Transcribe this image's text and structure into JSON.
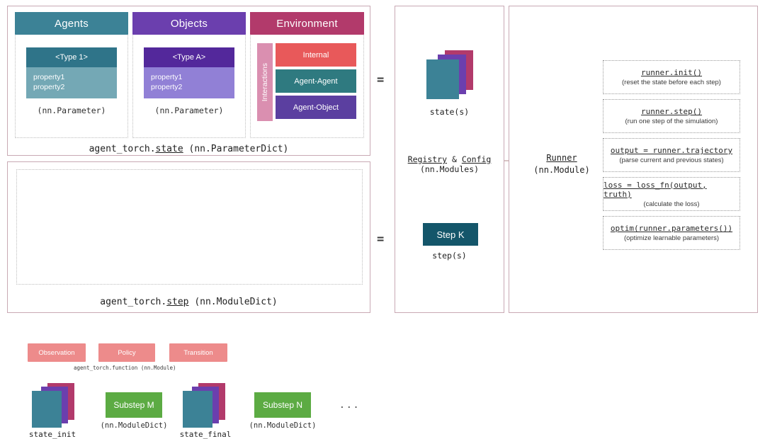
{
  "colors": {
    "agents": "#3c8296",
    "agents_type_header": "#2f7489",
    "agents_type_body": "#74a8b5",
    "objects": "#6b3fae",
    "objects_type_header": "#53289b",
    "objects_type_body": "#9180d6",
    "environment": "#b23a6b",
    "interactions_tab": "#da8fb0",
    "internal": "#e8595a",
    "agent_agent": "#2f7a80",
    "agent_object": "#5b3fa0",
    "function": "#ed8b8b",
    "substep": "#5cab43",
    "step_k": "#14566a",
    "panel_border": "#c9a9b4",
    "arrow": "#b08a8a",
    "curve": "#ddd2c0"
  },
  "state_panel": {
    "caption_prefix": "agent_torch.",
    "caption_underlined": "state",
    "caption_suffix": " (nn.ParameterDict)",
    "columns": [
      {
        "header": "Agents",
        "type_label": "<Type 1>",
        "properties": "property1\nproperty2",
        "param_caption": "(nn.Parameter)"
      },
      {
        "header": "Objects",
        "type_label": "<Type A>",
        "properties": "property1\nproperty2",
        "param_caption": "(nn.Parameter)"
      },
      {
        "header": "Environment",
        "interactions_label": "Interactions",
        "interaction_boxes": [
          "Internal",
          "Agent-Agent",
          "Agent-Object"
        ]
      }
    ]
  },
  "step_panel": {
    "caption_prefix": "agent_torch.",
    "caption_underlined": "step",
    "caption_suffix": " (nn.ModuleDict)",
    "function_boxes": [
      "Observation",
      "Policy",
      "Transition"
    ],
    "function_caption": "agent_torch.function (nn.Module)",
    "state_init_label": "state_init",
    "state_final_label": "state_final",
    "substeps": [
      {
        "title": "Substep M",
        "caption": "(nn.ModuleDict)"
      },
      {
        "title": "Substep N",
        "caption": "(nn.ModuleDict)"
      }
    ],
    "ellipsis": "..."
  },
  "middle_panel": {
    "states_label": "state(s)",
    "registry_text": {
      "a": "Registry",
      "amp": " & ",
      "b": "Config"
    },
    "registry_sub": "(nn.Modules)",
    "step_box_label": "Step K",
    "steps_label": "step(s)"
  },
  "equals": {
    "top": "=",
    "bottom": "="
  },
  "runner_panel": {
    "title": "Runner",
    "subtitle": "(nn.Module)",
    "api_items": [
      {
        "signature": "runner.init()",
        "description": "(reset the state before each step)"
      },
      {
        "signature": "runner.step()",
        "description": "(run one step of the simulation)"
      },
      {
        "signature": "output = runner.trajectory",
        "description": "(parse current and previous states)"
      },
      {
        "signature": "loss = loss_fn(output, truth)",
        "description": "(calculate the loss)"
      },
      {
        "signature": "optim(runner.parameters())",
        "description": "(optimize learnable parameters)"
      }
    ]
  }
}
